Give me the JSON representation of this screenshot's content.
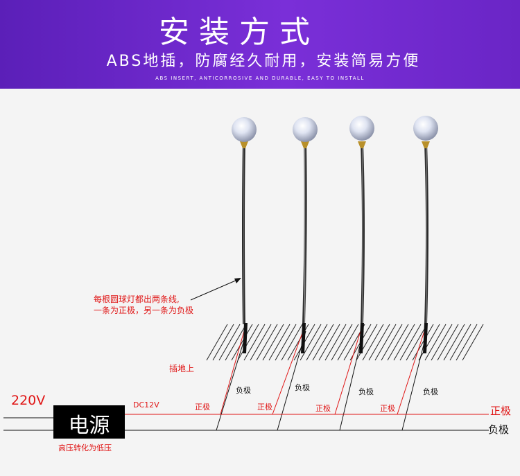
{
  "header": {
    "title": "安装方式",
    "subtitle": "ABS地插，防腐经久耐用，安装简易方便",
    "subtitle_en": "ABS INSERT, ANTICORROSIVE AND DURABLE, EASY TO INSTALL"
  },
  "diagram": {
    "annotation_line1": "每根圆球灯都出两条线,",
    "annotation_line2": "一条为正极，另一条为负极",
    "ground_label": "插地上",
    "input_voltage": "220V",
    "power_supply": "电源",
    "power_supply_note": "高压转化为低压",
    "output_voltage": "DC12V",
    "positive_label": "正极",
    "negative_label": "负极",
    "main_positive": "正极",
    "main_negative": "负极",
    "lamp_count": 4,
    "colors": {
      "positive": "#e01515",
      "negative": "#111111",
      "header": "#6a25c6"
    }
  }
}
